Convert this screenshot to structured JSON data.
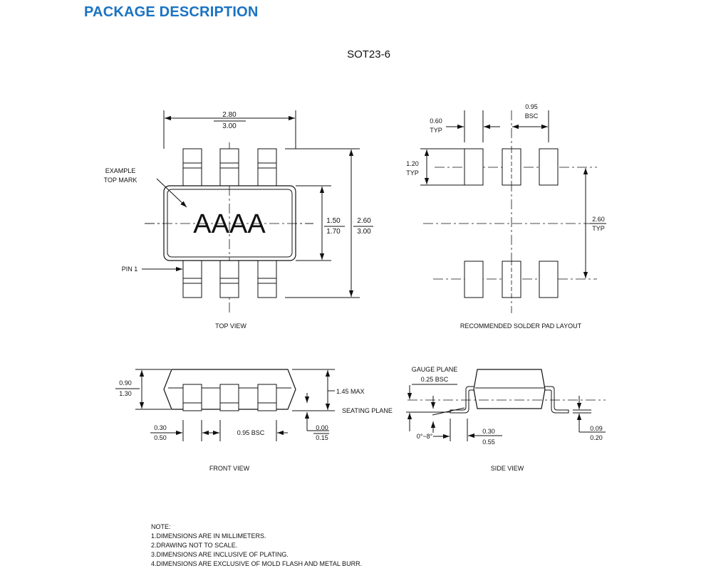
{
  "header": {
    "title": "PACKAGE DESCRIPTION",
    "package": "SOT23-6"
  },
  "top_view": {
    "caption": "TOP VIEW",
    "width_min": "2.80",
    "width_max": "3.00",
    "body_min": "1.50",
    "body_max": "1.70",
    "overall_min": "2.60",
    "overall_max": "3.00",
    "mark_label_1": "EXAMPLE",
    "mark_label_2": "TOP MARK",
    "mark_text": "AAAA",
    "pin1_label": "PIN 1"
  },
  "pad_layout": {
    "caption": "RECOMMENDED SOLDER PAD LAYOUT",
    "pad_width": "0.60",
    "pad_width_note": "TYP",
    "pitch": "0.95",
    "pitch_note": "BSC",
    "pad_length": "1.20",
    "pad_length_note": "TYP",
    "span": "2.60",
    "span_note": "TYP"
  },
  "front_view": {
    "caption": "FRONT VIEW",
    "height_min": "0.90",
    "height_max": "1.30",
    "max_height": "1.45 MAX",
    "seating_plane": "SEATING PLANE",
    "lead_min": "0.30",
    "lead_max": "0.50",
    "pitch": "0.95 BSC",
    "standoff_min": "0.00",
    "standoff_max": "0.15"
  },
  "side_view": {
    "caption": "SIDE VIEW",
    "gauge_plane": "GAUGE PLANE",
    "gauge_dim": "0.25 BSC",
    "angle": "0°~8°",
    "foot_min": "0.30",
    "foot_max": "0.55",
    "thick_min": "0.09",
    "thick_max": "0.20"
  },
  "notes": {
    "heading": "NOTE:",
    "lines": [
      "1.DIMENSIONS ARE IN MILLIMETERS.",
      "2.DRAWING NOT TO SCALE.",
      "3.DIMENSIONS ARE INCLUSIVE OF PLATING.",
      "4.DIMENSIONS ARE EXCLUSIVE OF MOLD FLASH AND METAL BURR."
    ]
  },
  "colors": {
    "title": "#1a73c2",
    "line": "#111111"
  }
}
